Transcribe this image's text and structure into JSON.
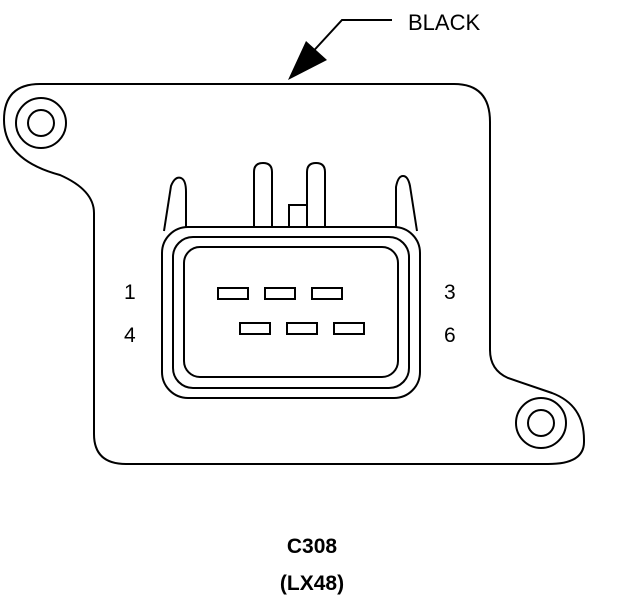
{
  "wire_color_label": "BLACK",
  "pin_labels": {
    "top_left": "1",
    "top_right": "3",
    "bottom_left": "4",
    "bottom_right": "6"
  },
  "connector_id": "C308",
  "connector_code": "(LX48)",
  "colors": {
    "line": "#000000",
    "background": "#ffffff"
  }
}
